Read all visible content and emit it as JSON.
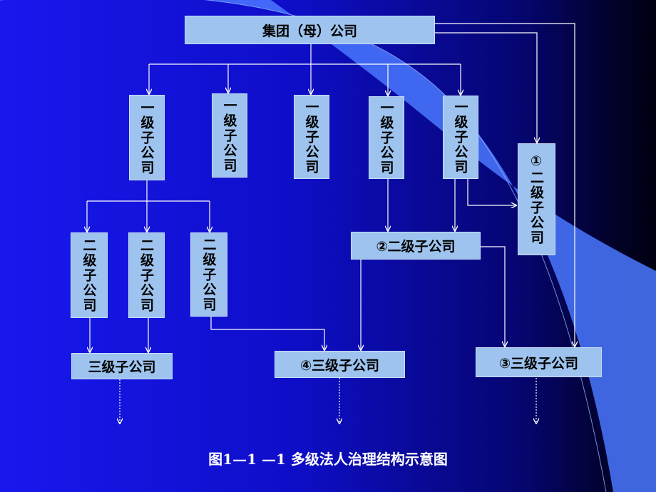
{
  "diagram": {
    "root": "集团（母）公司",
    "level1": [
      "一级子公司",
      "一级子公司",
      "一级子公司",
      "一级子公司",
      "一级子公司"
    ],
    "level2_left": [
      "二级子公司",
      "二级子公司",
      "二级子公司"
    ],
    "level2_mid": "②二级子公司",
    "level2_right": "①二级子公司",
    "level3": [
      "三级子公司",
      "④三级子公司",
      "③三级子公司"
    ],
    "caption": "图1—1 —1  多级法人治理结构示意图"
  },
  "colors": {
    "box_fill": "#9dc3ee",
    "connector": "#ffffff",
    "background": "#1010d8"
  }
}
